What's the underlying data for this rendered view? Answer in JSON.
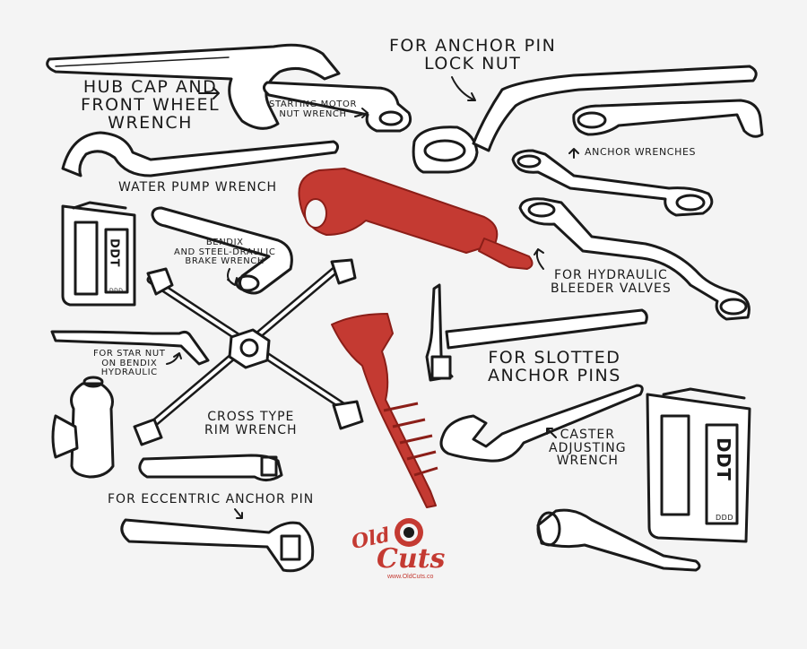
{
  "labels": {
    "hub_cap": "HUB CAP AND\nFRONT WHEEL\nWRENCH",
    "starting_motor": "STARTING MOTOR\nNUT WRENCH",
    "anchor_pin_lock": "FOR ANCHOR PIN\nLOCK NUT",
    "water_pump": "WATER PUMP WRENCH",
    "anchor_wrenches": "ANCHOR WRENCHES",
    "bendix_brake": "BENDIX\nAND STEEL-DRAULIC\nBRAKE WRENCH",
    "hydraulic_bleeder": "FOR HYDRAULIC\nBLEEDER VALVES",
    "star_nut": "FOR STAR NUT\nON BENDIX\nHYDRAULIC",
    "slotted_anchor": "FOR SLOTTED\nANCHOR PINS",
    "cross_type": "CROSS TYPE\nRIM WRENCH",
    "caster": "CASTER\nADJUSTING\nWRENCH",
    "eccentric": "FOR ECCENTRIC ANCHOR PIN"
  },
  "can_text": "DDT",
  "can_small": "DDD",
  "logo": {
    "word1": "Old",
    "word2": "Cuts",
    "url": "www.OldCuts.co"
  },
  "colors": {
    "background": "#f4f4f4",
    "ink": "#1a1a1a",
    "accent_red": "#c43a32"
  }
}
